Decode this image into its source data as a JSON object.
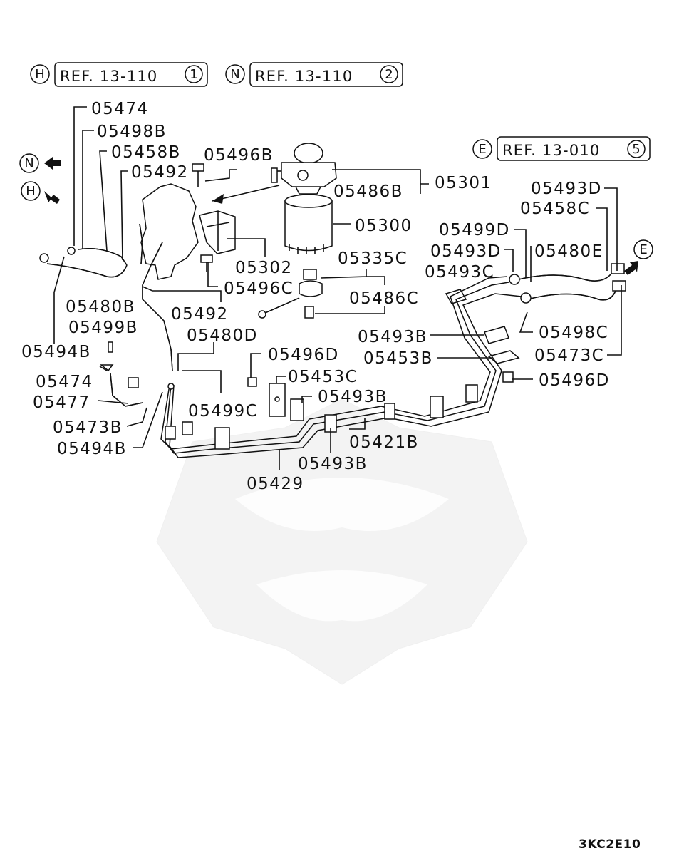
{
  "refs": [
    {
      "circle": "H",
      "text": "REF. 13-110",
      "num": "1"
    },
    {
      "circle": "N",
      "text": "REF. 13-110",
      "num": "2"
    },
    {
      "circle": "E",
      "text": "REF. 13-010",
      "num": "5"
    }
  ],
  "arrows": {
    "n": "N",
    "h": "H",
    "e": "E"
  },
  "labels": {
    "l05474a": "05474",
    "l05498b": "05498B",
    "l05458b": "05458B",
    "l05492a": "05492",
    "l05496b": "05496B",
    "l05301": "05301",
    "l05486b": "05486B",
    "l05300": "05300",
    "l05302": "05302",
    "l05496c": "05496C",
    "l05480b": "05480B",
    "l05499b": "05499B",
    "l05494b_a": "05494B",
    "l05492b": "05492",
    "l05480d": "05480D",
    "l05335c": "05335C",
    "l05486c": "05486C",
    "l05493d_a": "05493D",
    "l05458c": "05458C",
    "l05499d": "05499D",
    "l05493d_b": "05493D",
    "l05480e": "05480E",
    "l05493c": "05493C",
    "l05498c": "05498C",
    "l05493b_a": "05493B",
    "l05453b": "05453B",
    "l05473c": "05473C",
    "l05496d_a": "05496D",
    "l05496d_b": "05496D",
    "l05453c": "05453C",
    "l05493b_b": "05493B",
    "l05474b": "05474",
    "l05477": "05477",
    "l05499c": "05499C",
    "l05473b": "05473B",
    "l05494b_b": "05494B",
    "l05421b": "05421B",
    "l05493b_c": "05493B",
    "l05429": "05429"
  },
  "diagram_code": "3KC2E10"
}
